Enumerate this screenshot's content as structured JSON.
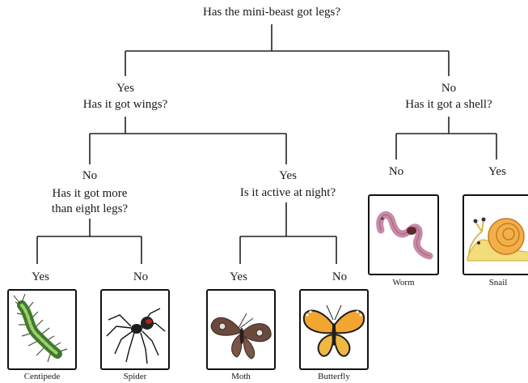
{
  "root": {
    "question": "Has the mini-beast got legs?"
  },
  "legs_yes": {
    "answer": "Yes",
    "question": "Has it got wings?"
  },
  "legs_no": {
    "answer": "No",
    "question": "Has it got a shell?"
  },
  "wings_no": {
    "answer": "No",
    "question_line1": "Has it got more",
    "question_line2": "than eight legs?"
  },
  "wings_yes": {
    "answer": "Yes",
    "question": "Is it active at night?"
  },
  "shell_no": {
    "answer": "No"
  },
  "shell_yes": {
    "answer": "Yes"
  },
  "legs8_yes": {
    "answer": "Yes"
  },
  "legs8_no": {
    "answer": "No"
  },
  "night_yes": {
    "answer": "Yes"
  },
  "night_no": {
    "answer": "No"
  },
  "animals": {
    "centipede": "Centipede",
    "spider": "Spider",
    "moth": "Moth",
    "butterfly": "Butterfly",
    "worm": "Worm",
    "snail": "Snail"
  }
}
